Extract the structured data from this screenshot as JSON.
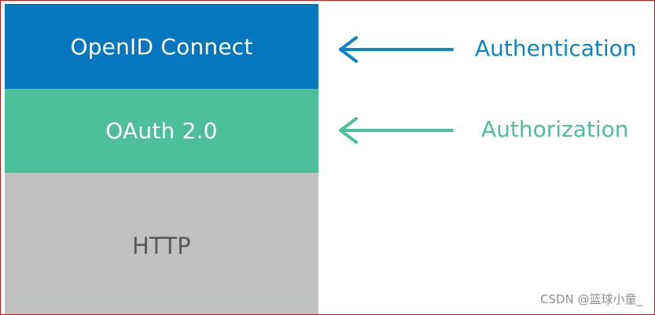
{
  "diagram": {
    "layers": [
      {
        "label": "OpenID Connect"
      },
      {
        "label": "OAuth 2.0"
      },
      {
        "label": "HTTP"
      }
    ],
    "annotations": [
      {
        "label": "Authentication",
        "color": "#0d86c6"
      },
      {
        "label": "Authorization",
        "color": "#4dbf9b"
      }
    ],
    "colors": {
      "openid": "#0477be",
      "oauth": "#4dbf9b",
      "http": "#bfc2c1",
      "http_text": "#56585a",
      "border": "#d11a1a"
    }
  },
  "watermark": {
    "text": "CSDN @篮球小童_"
  }
}
